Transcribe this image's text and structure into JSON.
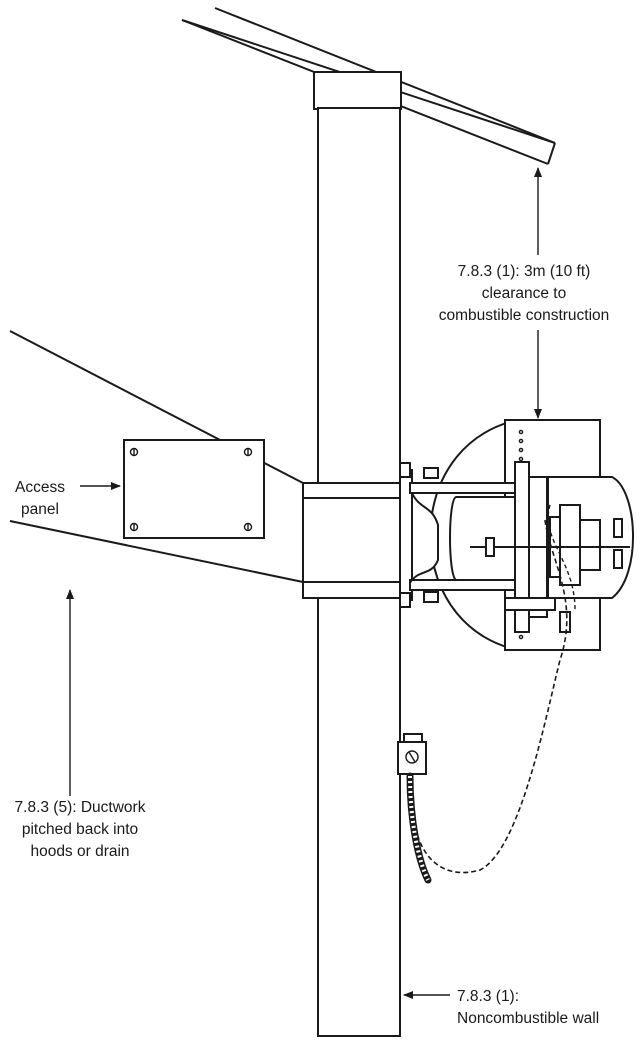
{
  "labels": {
    "clearance": [
      "7.8.3 (1): 3m (10 ft)",
      "clearance to",
      "combustible construction"
    ],
    "access_panel": [
      "Access",
      "panel"
    ],
    "ductwork": [
      "7.8.3 (5): Ductwork",
      "pitched back into",
      "hoods or drain"
    ],
    "wall": [
      "7.8.3 (1):",
      "Noncombustible wall"
    ]
  }
}
